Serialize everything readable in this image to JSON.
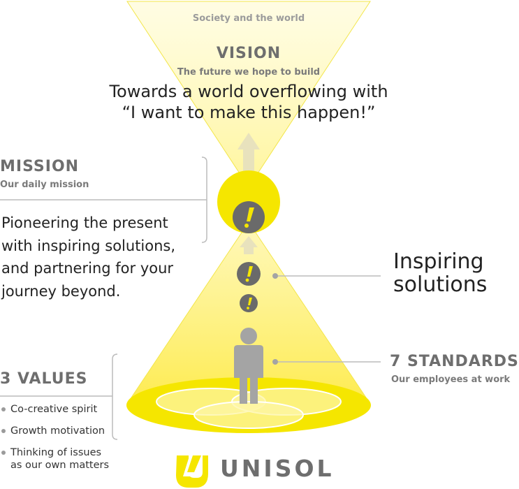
{
  "top": {
    "society_label": "Society and the world"
  },
  "vision": {
    "heading": "VISION",
    "subheading": "The future we hope to build",
    "statement_line1": "Towards a world overflowing with",
    "statement_line2": "“I want to make this happen!”"
  },
  "mission": {
    "heading": "MISSION",
    "subheading": "Our daily mission",
    "lines": [
      "Pioneering the present",
      "with inspiring solutions,",
      "and partnering for your",
      "journey beyond."
    ]
  },
  "inspiring_solutions": {
    "line1": "Inspiring",
    "line2": "solutions"
  },
  "standards": {
    "heading": "7 STANDARDS",
    "subheading": "Our employees at work"
  },
  "values": {
    "heading": "3 VALUES",
    "items": [
      {
        "line1": "Co-creative spirit",
        "line2": ""
      },
      {
        "line1": "Growth motivation",
        "line2": ""
      },
      {
        "line1": "Thinking of issues",
        "line2": "as our own matters"
      }
    ]
  },
  "brand": {
    "name": "UNISOL"
  },
  "icons": [
    "exclamation-icon",
    "person-icon",
    "logo-mark-icon"
  ],
  "colors": {
    "accent_yellow": "#f5e600",
    "gray_text": "#6e6e6e",
    "person_gray": "#a4a4a4",
    "dark_circle": "#6a6a6a"
  }
}
